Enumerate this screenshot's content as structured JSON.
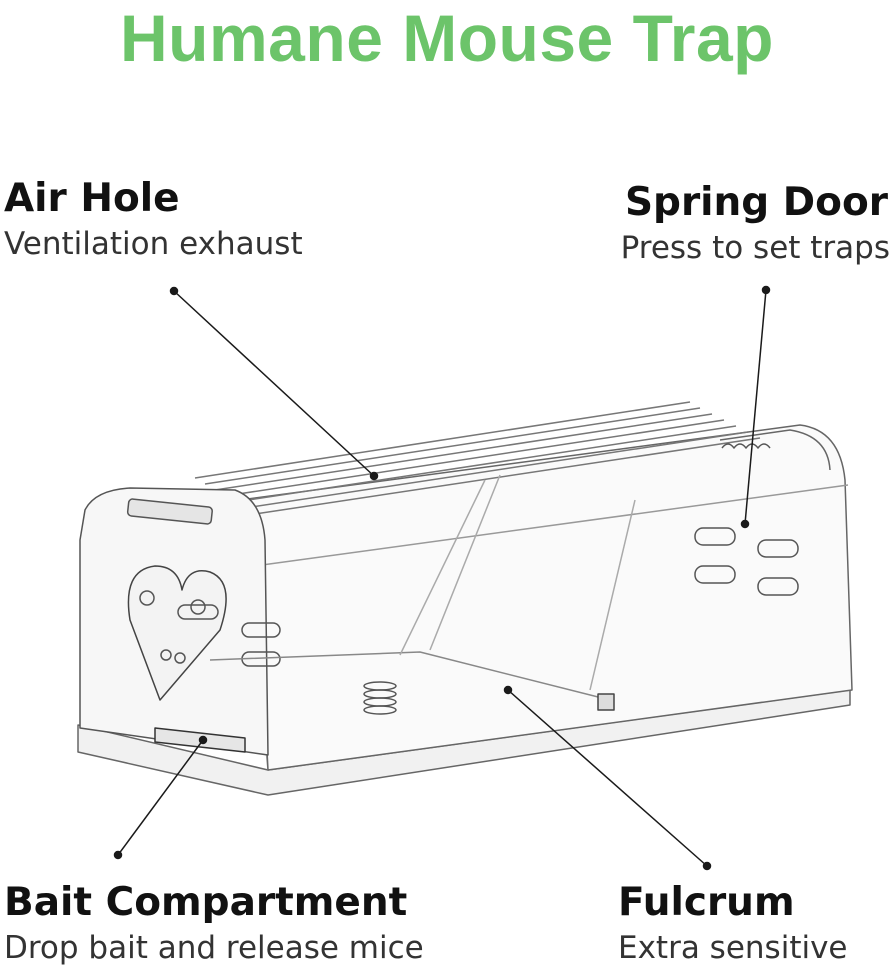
{
  "title": "Humane Mouse Trap",
  "callouts": {
    "air_hole": {
      "heading": "Air Hole",
      "sub": "Ventilation exhaust"
    },
    "spring_door": {
      "heading": "Spring Door",
      "sub": "Press to set traps"
    },
    "bait_compartment": {
      "heading": "Bait Compartment",
      "sub": "Drop bait and release mice"
    },
    "fulcrum": {
      "heading": "Fulcrum",
      "sub": "Extra sensitive"
    }
  },
  "colors": {
    "title": "#6cc46a",
    "line": "#1a1a1a"
  }
}
